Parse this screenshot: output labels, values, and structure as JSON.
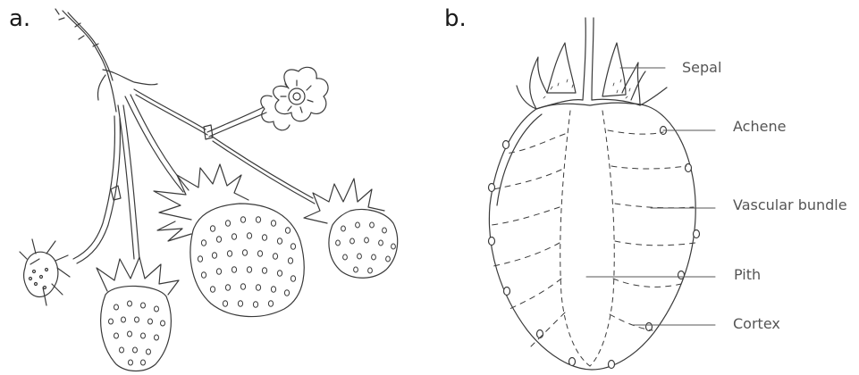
{
  "panels": {
    "a": {
      "letter": "a."
    },
    "b": {
      "letter": "b.",
      "labels": {
        "sepal": "Sepal",
        "achene": "Achene",
        "vascular_bundle": "Vascular bundle",
        "pith": "Pith",
        "cortex": "Cortex"
      }
    }
  },
  "colors": {
    "ink": "#3a3a3a",
    "label": "#555555",
    "background": "#ffffff"
  }
}
